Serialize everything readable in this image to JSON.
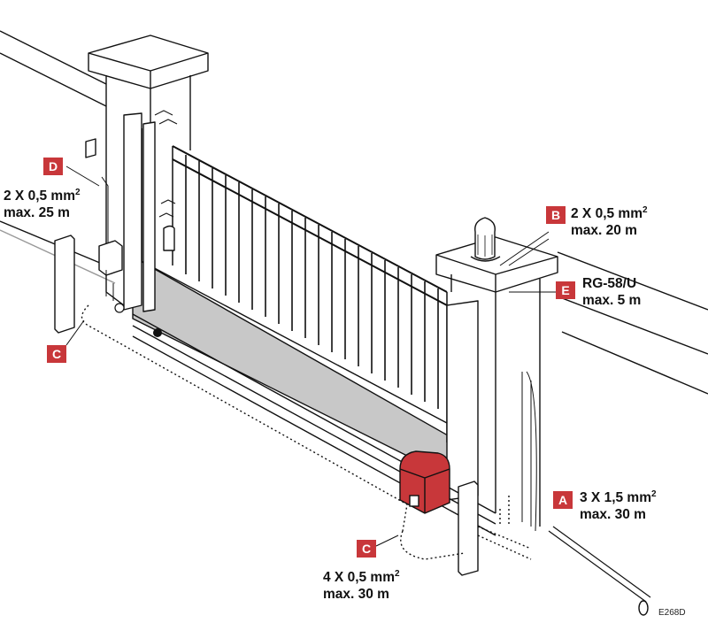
{
  "callouts": [
    {
      "letter": "D",
      "line1": "2 X 0,5 mm",
      "sup": "2",
      "line2": "max. 25 m"
    },
    {
      "letter": "B",
      "line1": "2 X 0,5 mm",
      "sup": "2",
      "line2": "max. 20 m"
    },
    {
      "letter": "E",
      "line1": "RG-58/U",
      "sup": "",
      "line2": "max. 5 m"
    },
    {
      "letter": "A",
      "line1": "3 X 1,5 mm",
      "sup": "2",
      "line2": "max. 30 m"
    },
    {
      "letter": "C",
      "line1": "4 X 0,5 mm",
      "sup": "2",
      "line2": "max. 30 m"
    },
    {
      "letter": "C"
    }
  ],
  "figure_code": "E268D",
  "colors": {
    "badge": "#c8373a",
    "motor": "#c8373a",
    "gate_panel": "#c8c8c8"
  }
}
